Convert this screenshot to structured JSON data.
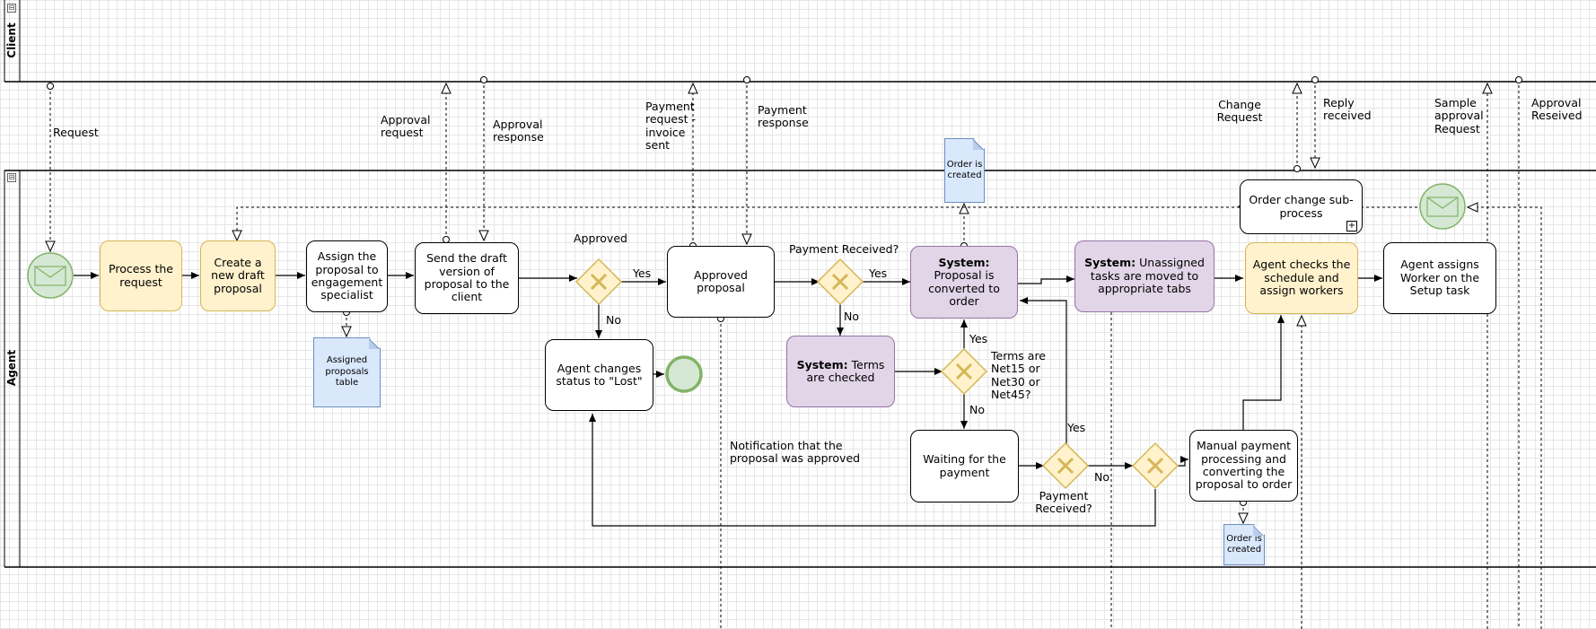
{
  "lanes": {
    "client": "Client",
    "agent": "Agent"
  },
  "collapse_symbol": "⊟",
  "subprocess_marker": "+",
  "tasks": {
    "process_request": "Process the request",
    "create_draft": "Create a new draft proposal",
    "assign_proposal": "Assign the proposal to engagement specialist",
    "send_draft": "Send the draft version of proposal to the client",
    "approved_proposal": "Approved proposal",
    "agent_lost": "Agent changes status to \"Lost\"",
    "terms_checked_bold": "System:",
    "terms_checked_rest": " Terms are checked",
    "converted_bold": "System:",
    "converted_rest": " Proposal is converted to order",
    "waiting_payment": "Waiting for the payment",
    "unassigned_bold": "System:",
    "unassigned_rest": " Unassigned tasks are moved to appropriate  tabs",
    "agent_checks": "Agent checks the schedule and assign workers",
    "agent_assigns": "Agent assigns Worker on the Setup task",
    "order_change": "Order change sub-process",
    "manual_payment": "Manual payment processing and converting the proposal to order"
  },
  "documents": {
    "assigned_table": "Assigned proposals table",
    "order_created_top": "Order is created",
    "order_created_bottom": "Order is created"
  },
  "message_labels": {
    "request": "Request",
    "approval_request": "Approval request",
    "approval_response": "Approval response",
    "payment_request": "Payment request - invoice sent",
    "payment_response": "Payment response",
    "change_request": "Change Request",
    "reply_received": "Reply received",
    "sample_approval": "Sample approval Request",
    "approval_received": "Approval Reseived"
  },
  "gateway_labels": {
    "approved": "Approved",
    "yes_approved": "Yes",
    "no_approved": "No",
    "payment_received_q": "Payment Received?",
    "yes_payment": "Yes",
    "no_payment": "No",
    "terms_question": "Terms are Net15 or Net30 or Net45?",
    "yes_terms": "Yes",
    "no_terms": "No",
    "payment_received_q2": "Payment Received?",
    "yes_payment2": "Yes",
    "no_payment2": "No"
  },
  "notes": {
    "notification": "Notification that the proposal was approved"
  },
  "colors": {
    "task_yellow": "#fff2cc",
    "task_yellow_border": "#d6b656",
    "task_purple": "#e1d5e7",
    "task_purple_border": "#9673a6",
    "event_green": "#d5e8d4",
    "event_green_border": "#82b366",
    "gateway_fill": "#fff2cc",
    "gateway_border": "#d6b656",
    "document_blue": "#dae8fc",
    "document_border": "#6c8ebf"
  },
  "icons": {
    "start_event": "envelope-icon",
    "intermediate_event": "envelope-icon",
    "gateway": "exclusive-gateway-x-icon",
    "end_event": "circle-icon"
  }
}
